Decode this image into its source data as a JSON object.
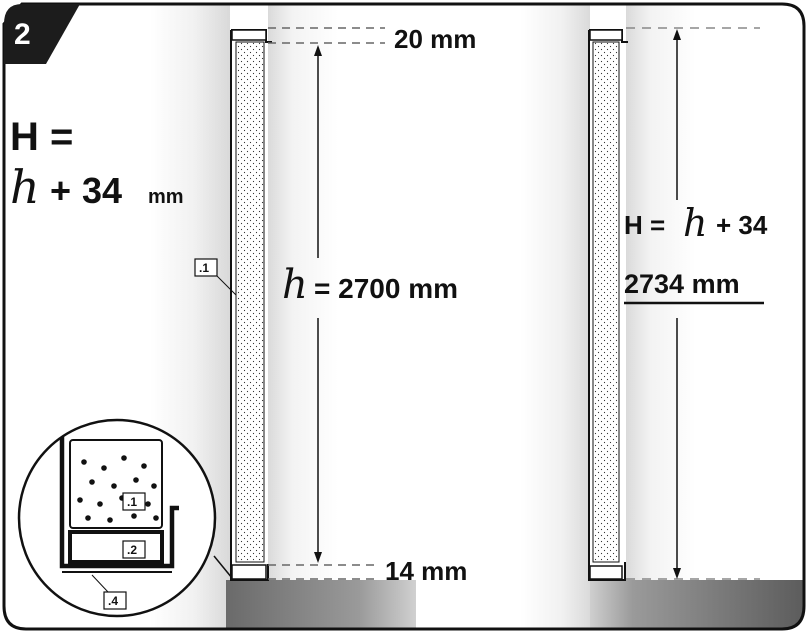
{
  "step": {
    "number": "2"
  },
  "formula": {
    "lhs": "H =",
    "h_symbol": "h",
    "plus": "+",
    "value": "34",
    "unit": "mm"
  },
  "panel_left": {
    "top_gap": "20 mm",
    "bottom_gap": "14 mm",
    "h_symbol": "h",
    "height_text": "= 2700 mm",
    "part_label": ".1"
  },
  "panel_right": {
    "formula_prefix": "H =",
    "h_symbol": "h",
    "formula_suffix": "+ 34",
    "result": "2734 mm"
  },
  "detail": {
    "labels": [
      ".1",
      ".2",
      ".4"
    ]
  }
}
